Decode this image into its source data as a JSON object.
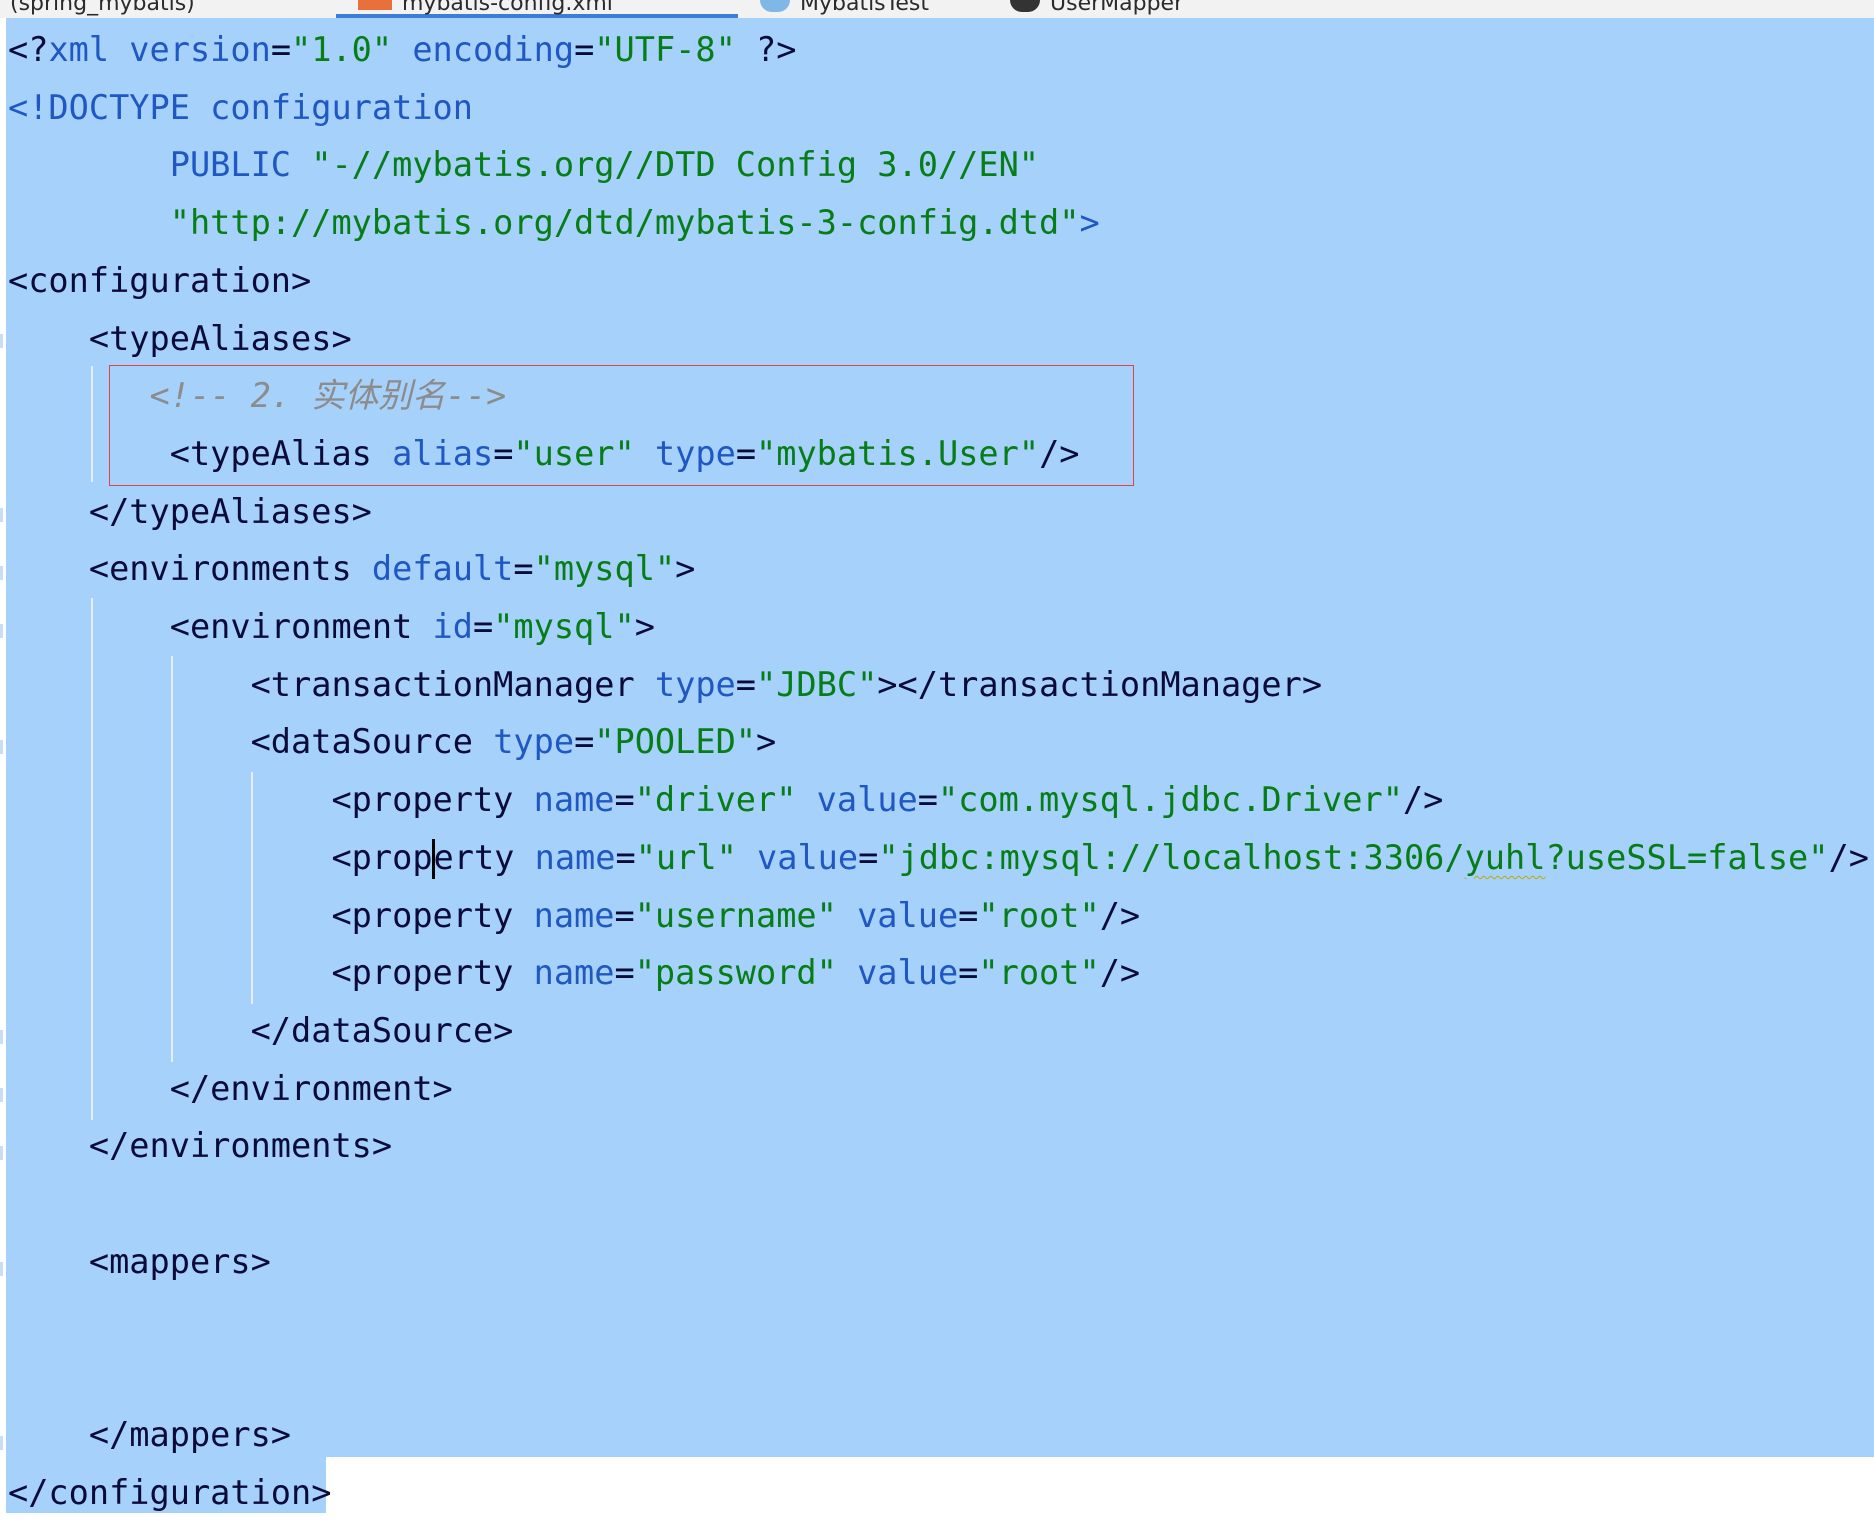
{
  "tabs": [
    {
      "label": "(spring_mybatis)",
      "active": false,
      "icon": "round-icon"
    },
    {
      "label": "mybatis-config.xml",
      "active": true,
      "icon": "xml-icon"
    },
    {
      "label": "MybatisTest",
      "active": false,
      "icon": "class-icon"
    },
    {
      "label": "UserMapper",
      "active": false,
      "icon": "interface-icon"
    }
  ],
  "editor": {
    "colors": {
      "selection": "#a6d1fb",
      "tag": "#0b0b3a",
      "attribute": "#1f57c3",
      "string": "#067d17",
      "comment": "#8c8c8c",
      "highlight_box": "#e0414b"
    },
    "lines": [
      [
        {
          "t": "<?",
          "c": "tag"
        },
        {
          "t": "xml version",
          "c": "pi"
        },
        {
          "t": "=",
          "c": "tag"
        },
        {
          "t": "\"1.0\"",
          "c": "str"
        },
        {
          "t": " encoding",
          "c": "pi"
        },
        {
          "t": "=",
          "c": "tag"
        },
        {
          "t": "\"UTF-8\"",
          "c": "str"
        },
        {
          "t": " ?>",
          "c": "tag"
        }
      ],
      [
        {
          "t": "<!DOCTYPE ",
          "c": "pi"
        },
        {
          "t": "configuration",
          "c": "pi"
        }
      ],
      [
        {
          "t": "        PUBLIC ",
          "c": "pi"
        },
        {
          "t": "\"-//mybatis.org//DTD Config 3.0//EN\"",
          "c": "str"
        }
      ],
      [
        {
          "t": "        ",
          "c": "pi"
        },
        {
          "t": "\"http://mybatis.org/dtd/mybatis-3-config.dtd\"",
          "c": "str"
        },
        {
          "t": ">",
          "c": "pi"
        }
      ],
      [
        {
          "t": "<configuration>",
          "c": "tag"
        }
      ],
      [
        {
          "t": "    <typeAliases>",
          "c": "tag"
        }
      ],
      [
        {
          "t": "       ",
          "c": "tag"
        },
        {
          "t": "<!-- 2. 实体别名-->",
          "c": "comment"
        }
      ],
      [
        {
          "t": "        <typeAlias ",
          "c": "tag"
        },
        {
          "t": "alias",
          "c": "attr"
        },
        {
          "t": "=",
          "c": "tag"
        },
        {
          "t": "\"user\"",
          "c": "str"
        },
        {
          "t": " type",
          "c": "attr"
        },
        {
          "t": "=",
          "c": "tag"
        },
        {
          "t": "\"mybatis.User\"",
          "c": "str"
        },
        {
          "t": "/>",
          "c": "tag"
        }
      ],
      [
        {
          "t": "    </typeAliases>",
          "c": "tag"
        }
      ],
      [
        {
          "t": "    <environments ",
          "c": "tag"
        },
        {
          "t": "default",
          "c": "attr"
        },
        {
          "t": "=",
          "c": "tag"
        },
        {
          "t": "\"mysql\"",
          "c": "str"
        },
        {
          "t": ">",
          "c": "tag"
        }
      ],
      [
        {
          "t": "        <environment ",
          "c": "tag"
        },
        {
          "t": "id",
          "c": "attr"
        },
        {
          "t": "=",
          "c": "tag"
        },
        {
          "t": "\"mysql\"",
          "c": "str"
        },
        {
          "t": ">",
          "c": "tag"
        }
      ],
      [
        {
          "t": "            <transactionManager ",
          "c": "tag"
        },
        {
          "t": "type",
          "c": "attr"
        },
        {
          "t": "=",
          "c": "tag"
        },
        {
          "t": "\"JDBC\"",
          "c": "str"
        },
        {
          "t": "></transactionManager>",
          "c": "tag"
        }
      ],
      [
        {
          "t": "            <dataSource ",
          "c": "tag"
        },
        {
          "t": "type",
          "c": "attr"
        },
        {
          "t": "=",
          "c": "tag"
        },
        {
          "t": "\"POOLED\"",
          "c": "str"
        },
        {
          "t": ">",
          "c": "tag"
        }
      ],
      [
        {
          "t": "                <property ",
          "c": "tag"
        },
        {
          "t": "name",
          "c": "attr"
        },
        {
          "t": "=",
          "c": "tag"
        },
        {
          "t": "\"driver\"",
          "c": "str"
        },
        {
          "t": " value",
          "c": "attr"
        },
        {
          "t": "=",
          "c": "tag"
        },
        {
          "t": "\"com.mysql.jdbc.Driver\"",
          "c": "str"
        },
        {
          "t": "/>",
          "c": "tag"
        }
      ],
      [
        {
          "t": "                <prop",
          "c": "tag"
        },
        {
          "t": "",
          "c": "caret"
        },
        {
          "t": "erty ",
          "c": "tag"
        },
        {
          "t": "name",
          "c": "attr"
        },
        {
          "t": "=",
          "c": "tag"
        },
        {
          "t": "\"url\"",
          "c": "str"
        },
        {
          "t": " value",
          "c": "attr"
        },
        {
          "t": "=",
          "c": "tag"
        },
        {
          "t": "\"jdbc:mysql://localhost:3306/",
          "c": "str"
        },
        {
          "t": "yuhl",
          "c": "str squiggle"
        },
        {
          "t": "?useSSL=false\"",
          "c": "str"
        },
        {
          "t": "/>",
          "c": "tag"
        }
      ],
      [
        {
          "t": "                <property ",
          "c": "tag"
        },
        {
          "t": "name",
          "c": "attr"
        },
        {
          "t": "=",
          "c": "tag"
        },
        {
          "t": "\"username\"",
          "c": "str"
        },
        {
          "t": " value",
          "c": "attr"
        },
        {
          "t": "=",
          "c": "tag"
        },
        {
          "t": "\"root\"",
          "c": "str"
        },
        {
          "t": "/>",
          "c": "tag"
        }
      ],
      [
        {
          "t": "                <property ",
          "c": "tag"
        },
        {
          "t": "name",
          "c": "attr"
        },
        {
          "t": "=",
          "c": "tag"
        },
        {
          "t": "\"password\"",
          "c": "str"
        },
        {
          "t": " value",
          "c": "attr"
        },
        {
          "t": "=",
          "c": "tag"
        },
        {
          "t": "\"root\"",
          "c": "str"
        },
        {
          "t": "/>",
          "c": "tag"
        }
      ],
      [
        {
          "t": "            </dataSource>",
          "c": "tag"
        }
      ],
      [
        {
          "t": "        </environment>",
          "c": "tag"
        }
      ],
      [
        {
          "t": "    </environments>",
          "c": "tag"
        }
      ],
      [
        {
          "t": "",
          "c": "tag"
        }
      ],
      [
        {
          "t": "    <mappers>",
          "c": "tag"
        }
      ],
      [
        {
          "t": "",
          "c": "tag"
        }
      ],
      [
        {
          "t": "",
          "c": "tag"
        }
      ],
      [
        {
          "t": "    </mappers>",
          "c": "tag"
        }
      ],
      [
        {
          "t": "</configuration>",
          "c": "tag"
        }
      ]
    ]
  }
}
